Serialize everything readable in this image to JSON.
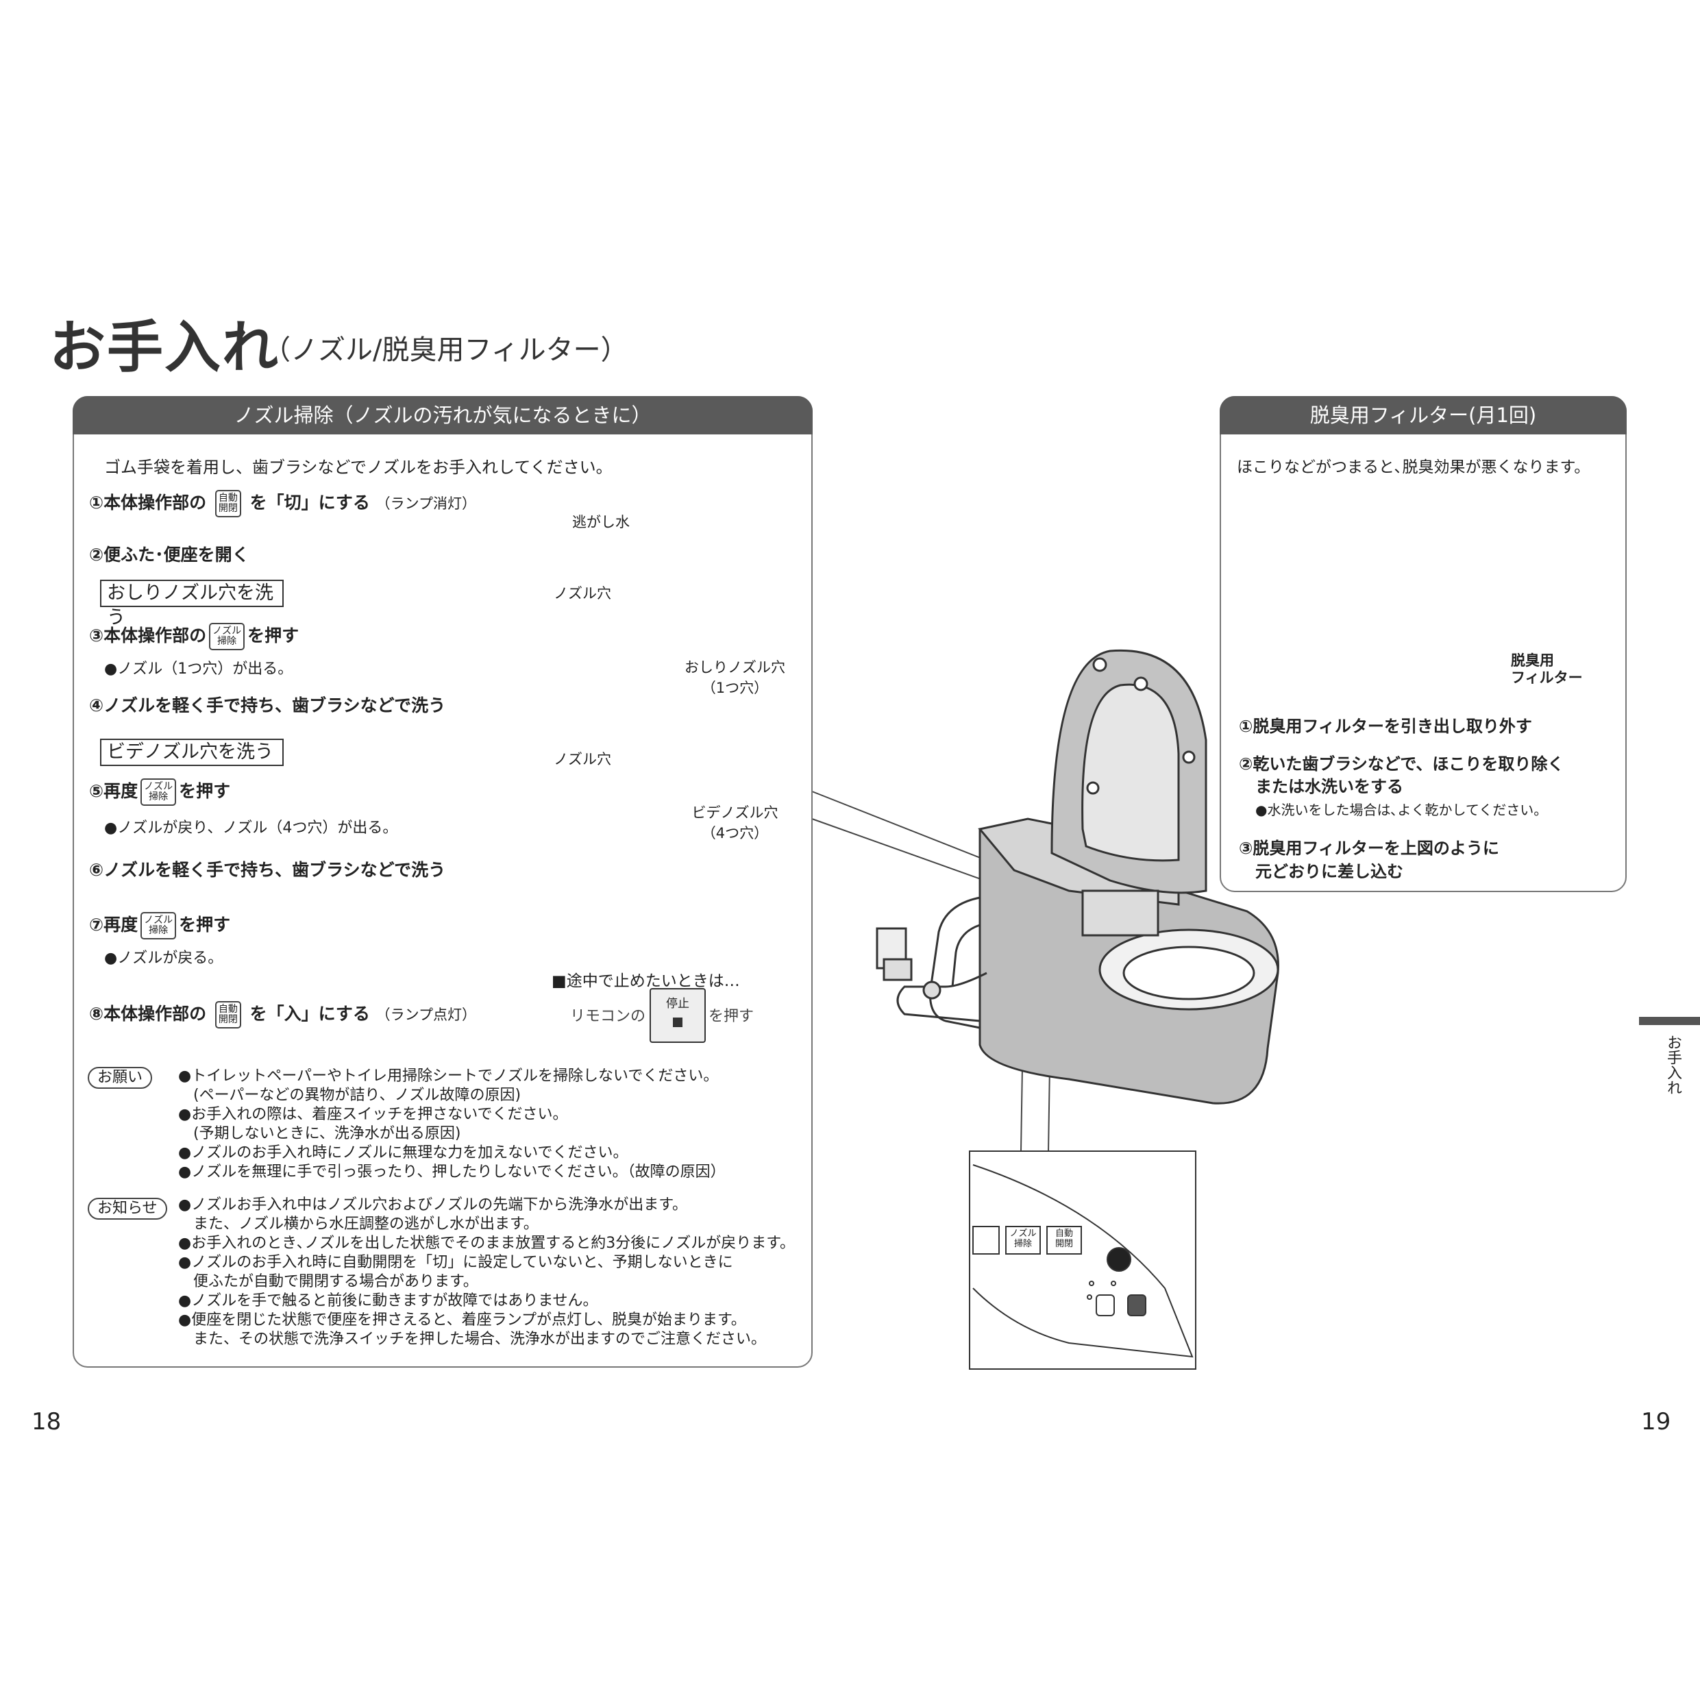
{
  "title": {
    "main": "お手入れ",
    "sub": "（ノズル/脱臭用フィルター）"
  },
  "left_panel": {
    "header": "ノズル掃除（ノズルの汚れが気になるときに）",
    "intro": "ゴム手袋を着用し、歯ブラシなどでノズルをお手入れしてください。",
    "step1": {
      "prefix": "①本体操作部の",
      "button": "自動\n開閉",
      "suffix": "を「切」にする",
      "note": "（ランプ消灯）"
    },
    "escape_label": "逃がし水",
    "step2": "②便ふた･便座を開く",
    "section_oshiri": "おしりノズル穴を洗う",
    "nozzle_hole_1": "ノズル穴",
    "step3": {
      "prefix": "③本体操作部の",
      "button": "ノズル\n掃除",
      "suffix": "を押す"
    },
    "step3_note": "●ノズル（1つ穴）が出る。",
    "oshiri_callout": "おしりノズル穴\n（1つ穴）",
    "step4": "④ノズルを軽く手で持ち、歯ブラシなどで洗う",
    "section_bidet": "ビデノズル穴を洗う",
    "nozzle_hole_2": "ノズル穴",
    "step5": {
      "prefix": "⑤再度",
      "button": "ノズル\n掃除",
      "suffix": "を押す"
    },
    "step5_note": "●ノズルが戻り、ノズル（4つ穴）が出る。",
    "bidet_callout": "ビデノズル穴\n（4つ穴）",
    "step6": "⑥ノズルを軽く手で持ち、歯ブラシなどで洗う",
    "step7": {
      "prefix": "⑦再度",
      "button": "ノズル\n掃除",
      "suffix": "を押す"
    },
    "step7_note": "●ノズルが戻る。",
    "stop_title": "■途中で止めたいときは…",
    "stop_prefix": "リモコンの",
    "stop_button": "停止",
    "stop_suffix": "を押す",
    "step8": {
      "prefix": "⑧本体操作部の",
      "button": "自動\n開閉",
      "suffix": "を「入」にする",
      "note": "（ランプ点灯）"
    },
    "onegai_label": "お願い",
    "onegai_lines": [
      "●トイレットペーパーやトイレ用掃除シートでノズルを掃除しないでください。",
      "　(ペーパーなどの異物が詰り、ノズル故障の原因)",
      "●お手入れの際は、着座スイッチを押さないでください。",
      "　(予期しないときに、洗浄水が出る原因)",
      "●ノズルのお手入れ時にノズルに無理な力を加えないでください。",
      "●ノズルを無理に手で引っ張ったり、押したりしないでください。（故障の原因）"
    ],
    "oshirase_label": "お知らせ",
    "oshirase_lines": [
      "●ノズルお手入れ中はノズル穴およびノズルの先端下から洗浄水が出ます。",
      "　また、ノズル横から水圧調整の逃がし水が出ます。",
      "●お手入れのとき､ノズルを出した状態でそのまま放置すると約3分後にノズルが戻ります。",
      "●ノズルのお手入れ時に自動開閉を「切」に設定していないと、予期しないときに",
      "　便ふたが自動で開閉する場合があります。",
      "●ノズルを手で触ると前後に動きますが故障ではありません。",
      "●便座を閉じた状態で便座を押さえると、着座ランプが点灯し、脱臭が始まります。",
      "　また、その状態で洗浄スイッチを押した場合、洗浄水が出ますのでご注意ください。"
    ]
  },
  "right_panel": {
    "header": "脱臭用フィルター(月1回)",
    "intro": "ほこりなどがつまると､脱臭効果が悪くなります。",
    "filter_label": "脱臭用\nフィルター",
    "step1": "①脱臭用フィルターを引き出し取り外す",
    "step2_line1": "②乾いた歯ブラシなどで、ほこりを取り除く",
    "step2_line2": "または水洗いをする",
    "step2_note": "●水洗いをした場合は､よく乾かしてください。",
    "step3_line1": "③脱臭用フィルターを上図のように",
    "step3_line2": "元どおりに差し込む"
  },
  "panel_detail": {
    "btn_nozzle": "ノズル\n掃除",
    "btn_auto": "自動\n開閉"
  },
  "side_tab": "お手入れ",
  "page_left": "18",
  "page_right": "19"
}
